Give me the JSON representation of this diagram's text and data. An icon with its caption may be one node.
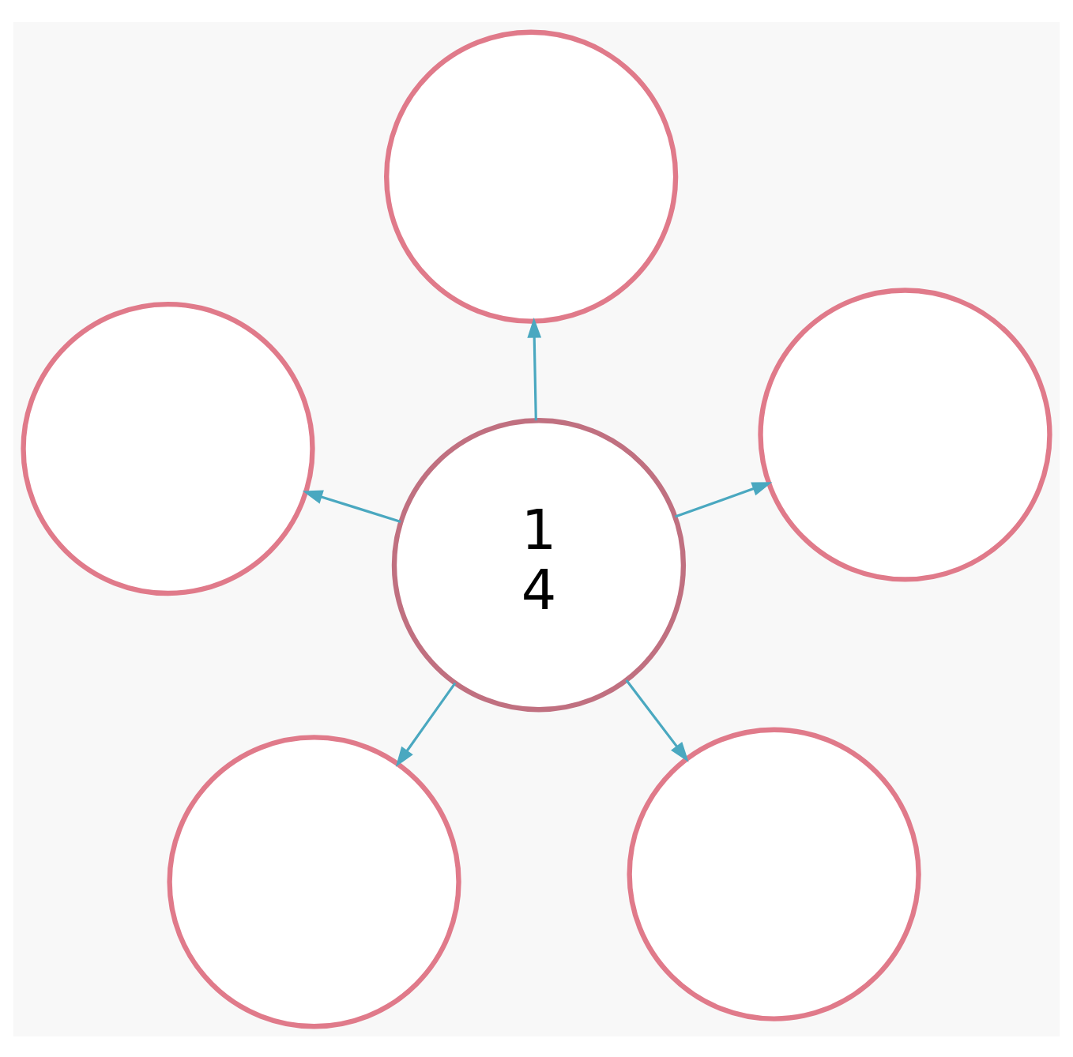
{
  "diagram": {
    "nodes": [
      {
        "text": [],
        "shape": "circle"
      },
      {
        "text": [],
        "shape": "circle"
      },
      {
        "text": [
          "1",
          "4"
        ]
      },
      {
        "text": [],
        "shape": "circle"
      },
      {
        "text": [],
        "shape": "circle"
      },
      {
        "text": [],
        "shape": "circle"
      }
    ],
    "edges": [
      {
        "from": 2,
        "to": 0,
        "arrow": "to"
      },
      {
        "from": 2,
        "to": 1,
        "arrow": "to"
      },
      {
        "from": 2,
        "to": 3,
        "arrow": "to"
      },
      {
        "from": 2,
        "to": 4,
        "arrow": "to"
      },
      {
        "from": 2,
        "to": 5,
        "arrow": "to"
      }
    ]
  }
}
